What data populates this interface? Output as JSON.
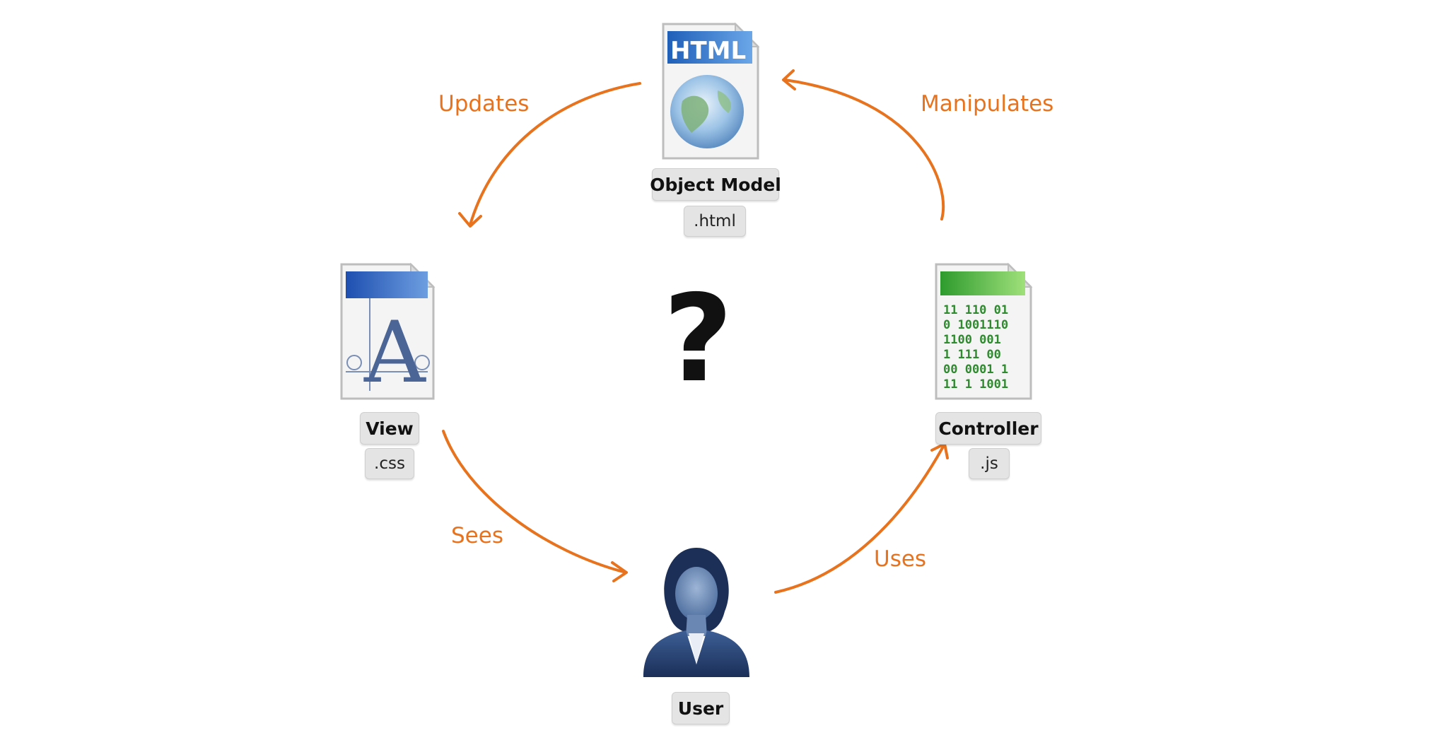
{
  "center": {
    "symbol": "?"
  },
  "nodes": {
    "object_model": {
      "name": "Object Model",
      "ext": ".html",
      "icon": "html-file-icon",
      "icon_text": "HTML"
    },
    "view": {
      "name": "View",
      "ext": ".css",
      "icon": "font-file-icon",
      "icon_text": "A"
    },
    "controller": {
      "name": "Controller",
      "ext": ".js",
      "icon": "binary-file-icon",
      "icon_lines": [
        "11  110  01",
        "0  1001110",
        "1100  001",
        "  1  111  00",
        "00  0001  1",
        "11  1  1001"
      ]
    },
    "user": {
      "name": "User",
      "icon": "user-avatar-icon"
    }
  },
  "edges": {
    "updates": "Updates",
    "manipulates": "Manipulates",
    "sees": "Sees",
    "uses": "Uses"
  },
  "colors": {
    "arrow": "#e8731e",
    "label": "#e8731e",
    "pill": "#e4e4e4"
  }
}
